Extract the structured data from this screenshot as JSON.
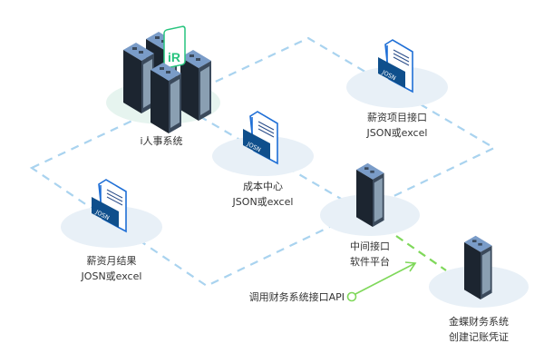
{
  "colors": {
    "dashed_line": "#a9d3ef",
    "ellipse": "#e8f0f7",
    "ellipse_hr": "#e6f4ef",
    "green": "#7fd85a",
    "doc_blue": "#1f6fd6",
    "badge": "#0f4f8c",
    "hr_badge": "#27c47e"
  },
  "nodes": {
    "hr": {
      "title": "i人事系统",
      "badge": "iR",
      "icon": "server-cluster-icon"
    },
    "cost": {
      "title": "成本中心",
      "subtitle": "JSON或excel",
      "badge": "JOSN",
      "icon": "json-document-icon"
    },
    "salary_item": {
      "title": "薪资项目接口",
      "subtitle": "JSON或excel",
      "badge": "JOSN",
      "icon": "json-document-icon"
    },
    "salary_month": {
      "title": "薪资月结果",
      "subtitle": "JOSN或excel",
      "badge": "JOSN",
      "icon": "json-document-icon"
    },
    "middleware": {
      "title": "中间接口",
      "subtitle": "软件平台",
      "icon": "server-icon"
    },
    "kingdee": {
      "title": "金蝶财务系统",
      "subtitle": "创建记账凭证",
      "icon": "server-icon"
    }
  },
  "api_label": "调用财务系统接口API"
}
